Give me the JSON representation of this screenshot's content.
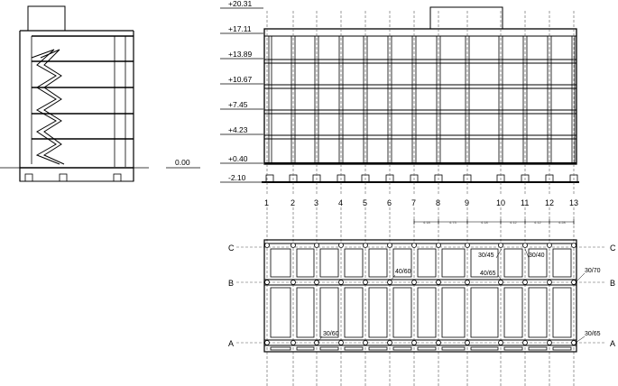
{
  "elevation_levels": [
    "+20.31",
    "+17.11",
    "+13.89",
    "+10.67",
    "+7.45",
    "+4.23",
    "+0.40",
    "-2.10"
  ],
  "ground_level": "0.00",
  "column_axes": [
    "1",
    "2",
    "3",
    "4",
    "5",
    "6",
    "7",
    "8",
    "9",
    "10",
    "11",
    "12",
    "13"
  ],
  "row_axes": [
    "C",
    "B",
    "A"
  ],
  "beam_labels": [
    "30/45",
    "30/40",
    "40/60",
    "40/65",
    "30/70",
    "30/60",
    "30/65"
  ],
  "dimension_labels": [
    "4.18",
    "4.73",
    "4.18",
    "4.12",
    "4.12",
    "4.28"
  ]
}
